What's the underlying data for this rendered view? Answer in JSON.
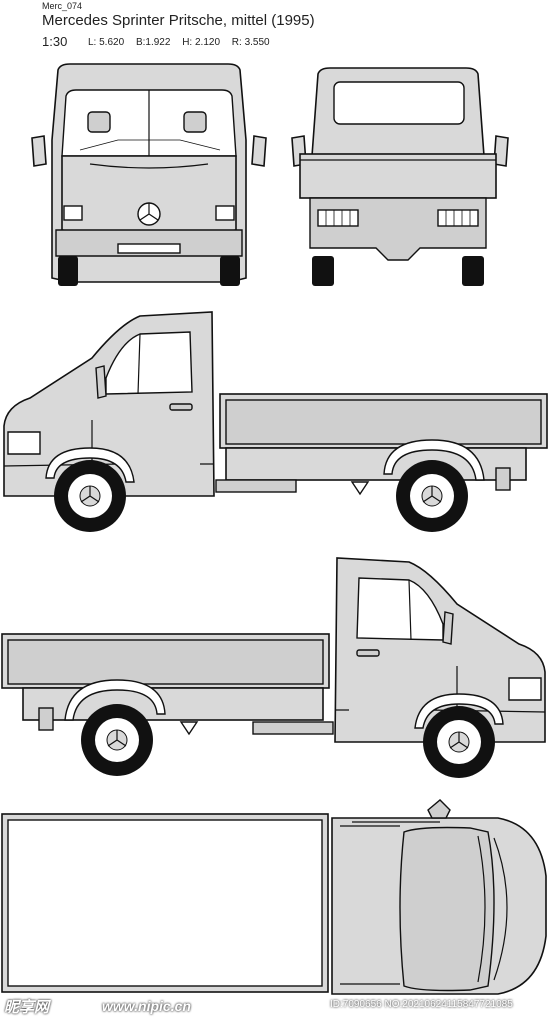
{
  "header": {
    "code": "Merc_074",
    "title": "Mercedes Sprinter Pritsche, mittel (1995)",
    "scale": "1:30",
    "dimensions": [
      "L: 5.620",
      "B:1.922",
      "H: 2.120",
      "R: 3.550"
    ]
  },
  "views": {
    "front": "front-view",
    "rear": "rear-view",
    "left_side": "left-side-view",
    "right_side": "right-side-view",
    "top": "top-view"
  },
  "watermark": {
    "brand": "昵享网",
    "url": "www.nipic.cn",
    "id": "ID:7090656 NO:20210624115847721085"
  },
  "colors": {
    "body": "#d9d9d9",
    "outline": "#111111",
    "tire": "#111111"
  }
}
